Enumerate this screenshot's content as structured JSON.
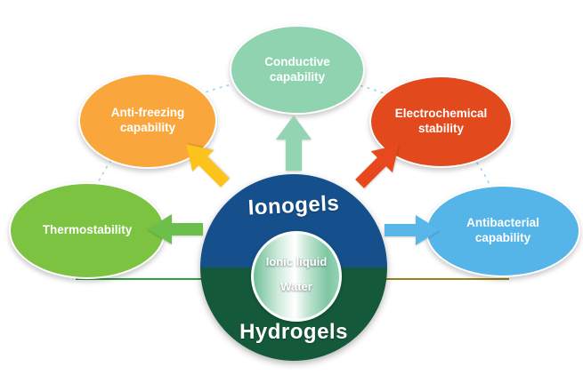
{
  "diagram": {
    "center": {
      "top_label": "Ionogels",
      "bottom_label": "Hydrogels",
      "top_color": "#15508d",
      "bottom_color": "#145a3a",
      "inner": {
        "top_label": "Ionic liquid",
        "bottom_label": "Water"
      }
    },
    "bubbles": [
      {
        "id": "thermostability",
        "label": "Thermostability",
        "color": "#7cc342"
      },
      {
        "id": "anti-freezing",
        "label": "Anti-freezing capability",
        "color": "#f9a73c"
      },
      {
        "id": "conductive",
        "label": "Conductive capability",
        "color": "#8fd3b1"
      },
      {
        "id": "electrochemical",
        "label": "Electrochemical stability",
        "color": "#e24a1e"
      },
      {
        "id": "antibacterial",
        "label": "Antibacterial capability",
        "color": "#55b4e8"
      }
    ],
    "arrows": [
      {
        "target": "thermostability",
        "color": "#6dbf4b"
      },
      {
        "target": "anti-freezing",
        "color": "#fec21d"
      },
      {
        "target": "conductive",
        "color": "#93d4b3"
      },
      {
        "target": "electrochemical",
        "color": "#e8481d"
      },
      {
        "target": "antibacterial",
        "color": "#58b6e9"
      }
    ],
    "baseline": {
      "left_color": "#2f9e3f",
      "right_color": "#97831c"
    },
    "connector_color": "#a8cfe8"
  }
}
